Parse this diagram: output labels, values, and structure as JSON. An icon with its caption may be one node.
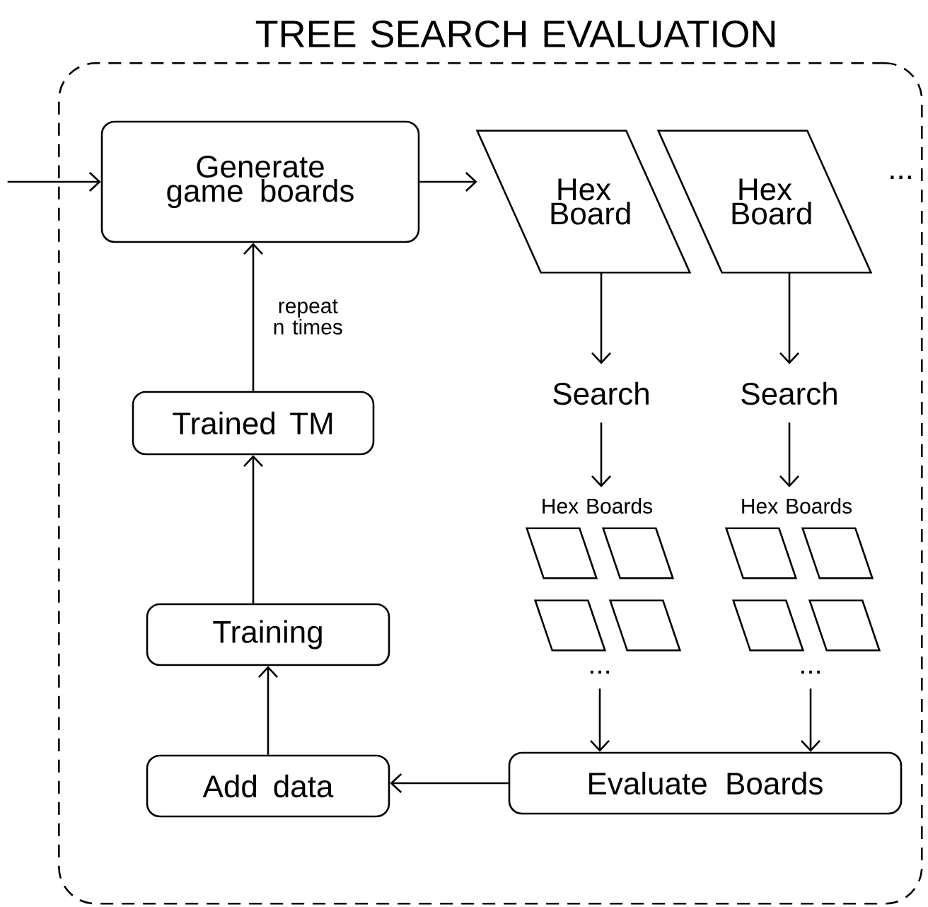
{
  "diagram": {
    "nodes": [
      {
        "text": [
          "TREE SEARCH EVALUATION"
        ]
      },
      {
        "text": [
          "Generate game boards"
        ],
        "in": 0
      },
      {
        "text": [
          "Hex Board"
        ],
        "in": 0
      },
      {
        "text": [
          "Hex Board"
        ],
        "in": 0,
        "beside": [
          "..."
        ]
      },
      {
        "text": [
          "Search"
        ],
        "in": 0
      },
      {
        "text": [
          "Search"
        ],
        "in": 0
      },
      {
        "text": [
          "Hex Boards"
        ],
        "in": 0
      },
      {
        "text": [
          "Hex Boards"
        ],
        "in": 0
      },
      {
        "text": [],
        "shape": "parallelogram",
        "in": 0
      },
      {
        "text": [],
        "shape": "parallelogram",
        "in": 0
      },
      {
        "text": [],
        "shape": "parallelogram",
        "in": 0
      },
      {
        "text": [],
        "shape": "parallelogram",
        "in": 0
      },
      {
        "text": [],
        "shape": "parallelogram",
        "in": 0
      },
      {
        "text": [],
        "shape": "parallelogram",
        "in": 0
      },
      {
        "text": [],
        "shape": "parallelogram",
        "in": 0
      },
      {
        "text": [],
        "shape": "parallelogram",
        "in": 0
      },
      {
        "text": [
          "..."
        ],
        "in": 0
      },
      {
        "text": [
          "..."
        ],
        "in": 0
      },
      {
        "text": [
          "Trained TM"
        ],
        "in": 0
      },
      {
        "text": [
          "Training"
        ],
        "in": 0
      },
      {
        "text": [
          "Add data"
        ],
        "in": 0
      },
      {
        "text": [
          "Evaluate Boards"
        ],
        "in": 0
      }
    ],
    "edges": [
      {
        "from": null,
        "to": 1,
        "arrow": "to"
      },
      {
        "from": 1,
        "to": 2,
        "arrow": "to"
      },
      {
        "from": 18,
        "to": 1,
        "arrow": "to",
        "label": "repeat n times"
      },
      {
        "from": 2,
        "to": 4,
        "arrow": "to"
      },
      {
        "from": 3,
        "to": 5,
        "arrow": "to"
      },
      {
        "from": 4,
        "to": 6,
        "arrow": "to"
      },
      {
        "from": 5,
        "to": 7,
        "arrow": "to"
      },
      {
        "from": 16,
        "to": 21,
        "arrow": "to"
      },
      {
        "from": 17,
        "to": 21,
        "arrow": "to"
      },
      {
        "from": 21,
        "to": 20,
        "arrow": "to"
      },
      {
        "from": 20,
        "to": 19,
        "arrow": "to"
      },
      {
        "from": 19,
        "to": 18,
        "arrow": "to"
      }
    ]
  }
}
